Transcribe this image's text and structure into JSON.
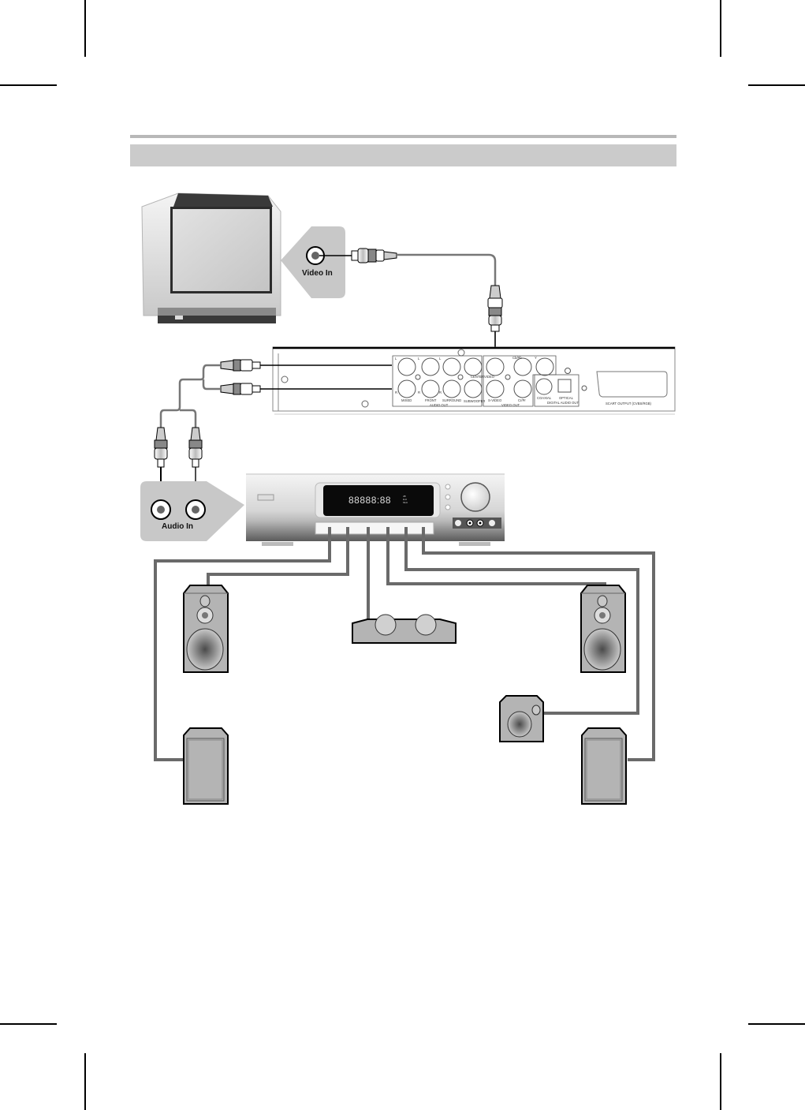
{
  "page": {
    "header_bar_text": "",
    "colors": {
      "rule": "#b8b8b8",
      "header_bar": "#cbcbcb",
      "callout_bg": "#c8c8c8",
      "speaker_fill": "#b4b4b4",
      "speaker_cable": "#6a6a6a",
      "display_bg": "#0a0a0a"
    }
  },
  "tv": {
    "callout_label": "Video In",
    "connector": "video-in-jack"
  },
  "dvd_rear_panel": {
    "audio_out": {
      "group_label": "AUDIO OUT",
      "top_row_channel_labels": [
        "L",
        "L",
        "L"
      ],
      "bottom_row_channel_labels": [
        "R",
        "R",
        "R"
      ],
      "jack_labels": [
        "MIXED",
        "FRONT",
        "SURROUND",
        "SUBWOOFER"
      ],
      "center_label": "CENTER"
    },
    "video_out": {
      "group_label": "VIDEO OUT",
      "top_labels": [
        "Cb/Pb",
        "Y"
      ],
      "mid_label": "VIDEO",
      "jack_labels": [
        "S-VIDEO",
        "Cr/Pr"
      ]
    },
    "digital_audio_out": {
      "group_label": "DIGITAL AUDIO OUT",
      "jack_labels": [
        "COAXIAL",
        "OPTICAL"
      ]
    },
    "scart_label": "SCART OUTPUT (CVBS/RGB)"
  },
  "receiver": {
    "callout_label": "Audio In",
    "display_text": "88888:88",
    "display_indicators": [
      "dB",
      "kHz",
      "MHz"
    ],
    "speaker_terminals": 6
  },
  "speakers": [
    {
      "name": "front-left",
      "type": "tower"
    },
    {
      "name": "center",
      "type": "center"
    },
    {
      "name": "front-right",
      "type": "tower"
    },
    {
      "name": "subwoofer",
      "type": "subwoofer"
    },
    {
      "name": "surround-left",
      "type": "rear"
    },
    {
      "name": "surround-right",
      "type": "rear"
    }
  ]
}
